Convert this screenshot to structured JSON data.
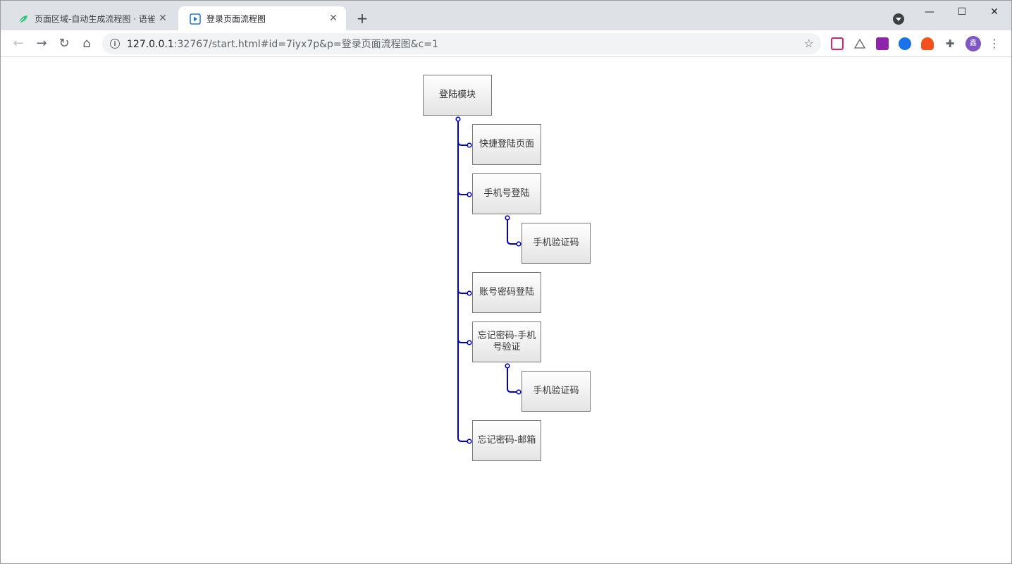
{
  "browser": {
    "tabs": [
      {
        "title": "页面区域-自动生成流程图 · 语雀",
        "active": false
      },
      {
        "title": "登录页面流程图",
        "active": true
      }
    ],
    "url_host": "127.0.0.1",
    "url_rest": ":32767/start.html#id=7iyx7p&p=登录页面流程图&c=1",
    "avatar_letter": "鑫"
  },
  "flow": {
    "root": "登陆模块",
    "n1": "快捷登陆页面",
    "n2": "手机号登陆",
    "n2a": "手机验证码",
    "n3": "账号密码登陆",
    "n4": "忘记密码-手机号验证",
    "n4a": "手机验证码",
    "n5": "忘记密码-邮箱"
  },
  "colors": {
    "connector": "#0000cc"
  }
}
